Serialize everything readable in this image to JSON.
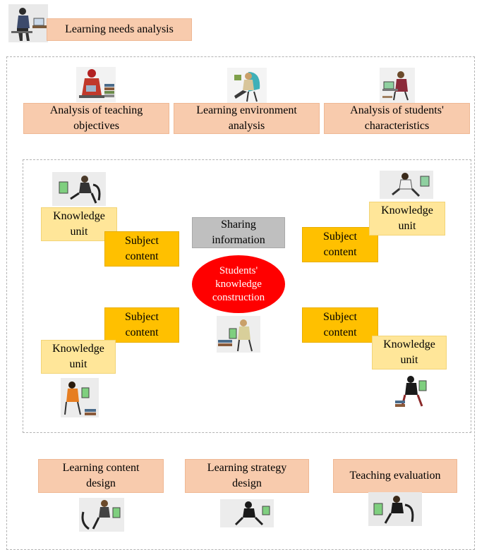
{
  "header": {
    "title": "Learning needs analysis"
  },
  "top_row": [
    "Analysis of teaching\nobjectives",
    "Learning environment\nanalysis",
    "Analysis of students'\ncharacteristics"
  ],
  "inner": {
    "sharing": "Sharing\ninformation",
    "center": "Students'\nknowledge\nconstruction",
    "knowledge_unit": "Knowledge\nunit",
    "subject_content": "Subject\ncontent"
  },
  "bottom_row": [
    "Learning content\ndesign",
    "Learning strategy\ndesign",
    "Teaching evaluation"
  ],
  "colors": {
    "salmon": "#f8cbad",
    "light_yellow": "#ffe699",
    "amber": "#ffc000",
    "gray": "#bfbfbf",
    "red": "#ff0000"
  },
  "icons": [
    "person-at-laptop-icon",
    "person-reading-icon",
    "person-in-chair-icon",
    "person-at-desk-icon",
    "person-on-stool-icon"
  ]
}
